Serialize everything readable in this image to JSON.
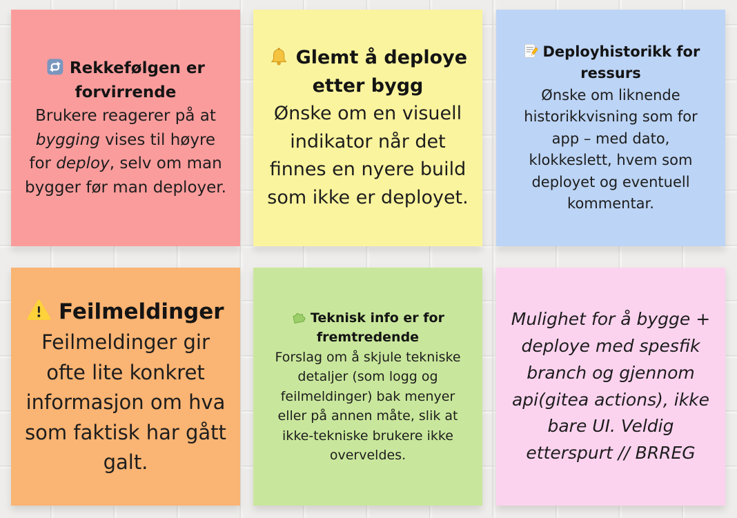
{
  "board": {
    "background_color": "#eeedeb",
    "grid_line_color": "#dddddb"
  },
  "notes": [
    {
      "color": "#fb9c9c",
      "icon": "repeat-icon",
      "title": "Rekkefølgen er forvirrende",
      "body": [
        {
          "text": "Brukere reagerer på at ",
          "italic": false
        },
        {
          "text": "bygging",
          "italic": true
        },
        {
          "text": " vises til høyre for ",
          "italic": false
        },
        {
          "text": "deploy",
          "italic": true
        },
        {
          "text": ", selv om man bygger før man deployer.",
          "italic": false
        }
      ]
    },
    {
      "color": "#faf49e",
      "icon": "bell-icon",
      "title": "Glemt å deploye etter bygg",
      "body": [
        {
          "text": "Ønske om en visuell indikator når det finnes en nyere build som ikke er deployet.",
          "italic": false
        }
      ]
    },
    {
      "color": "#bcd4f5",
      "icon": "memo-icon",
      "title": "Deployhistorikk for ressurs",
      "body": [
        {
          "text": "Ønske om liknende historikkvisning som for app – med dato, klokkeslett, hvem som deployet og eventuell kommentar.",
          "italic": false
        }
      ]
    },
    {
      "color": "#fab473",
      "icon": "warning-icon",
      "title": "Feilmeldinger",
      "body": [
        {
          "text": "Feilmeldinger gir ofte lite konkret informasjon om hva som faktisk har gått galt.",
          "italic": false
        }
      ]
    },
    {
      "color": "#c9e79c",
      "icon": "puzzle-icon",
      "title": "Teknisk info er for fremtredende",
      "body": [
        {
          "text": "Forslag om å skjule tekniske detaljer (som logg og feilmeldinger) bak menyer eller på annen måte, slik at ikke-tekniske brukere ikke overveldes.",
          "italic": false
        }
      ]
    },
    {
      "color": "#fcd3ef",
      "icon": null,
      "title": null,
      "body": [
        {
          "text": "Mulighet for å bygge + deploye med spesfik branch og gjennom api(gitea actions), ikke bare UI. Veldig etterspurt // BRREG",
          "italic": true
        }
      ]
    }
  ]
}
